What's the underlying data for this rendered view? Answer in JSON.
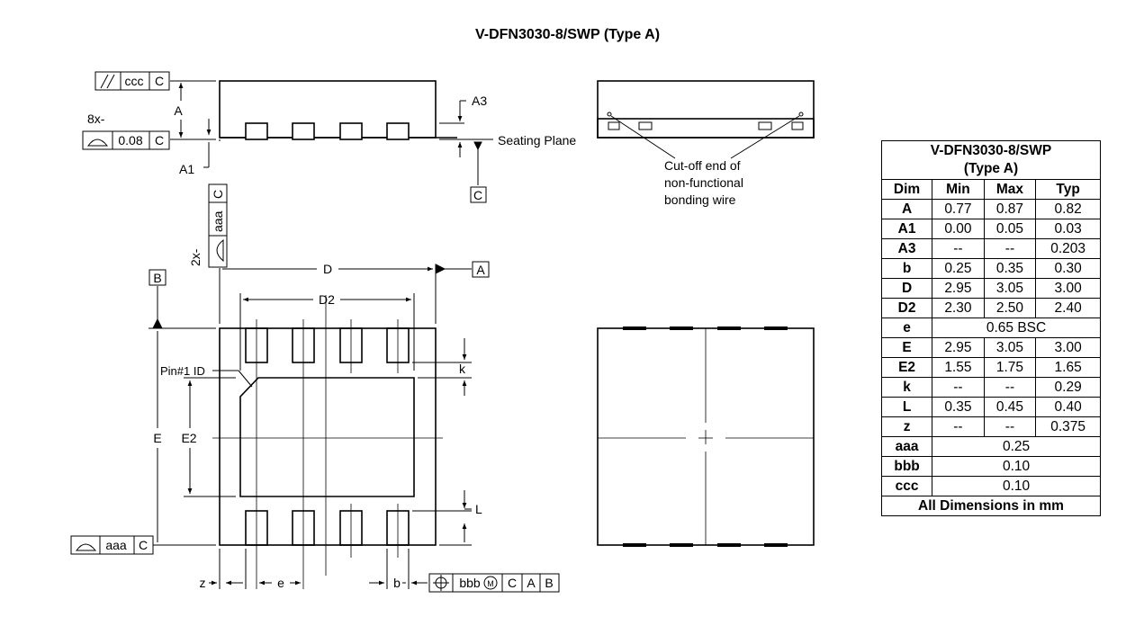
{
  "title": "V-DFN3030-8/SWP (Type A)",
  "labels": {
    "ccc_frame": [
      "//",
      "ccc",
      "C"
    ],
    "count_8x": "8x-",
    "flat_frame": [
      "0.08",
      "C"
    ],
    "A": "A",
    "A1": "A1",
    "A3": "A3",
    "seating_plane": "Seating Plane",
    "datum_C": "C",
    "cutoff_note": [
      "Cut-off end of",
      "non-functional",
      "bonding wire"
    ],
    "count_2x": "2x-",
    "vert_frame": [
      "C",
      "aaa"
    ],
    "D": "D",
    "datum_A": "A",
    "datum_B": "B",
    "D2": "D2",
    "pin1_id": "Pin#1 ID",
    "k": "k",
    "E": "E",
    "E2": "E2",
    "L": "L",
    "bottom_frame": [
      "aaa",
      "C"
    ],
    "z": "z",
    "e": "e",
    "b": "b",
    "pos_frame": [
      "bbb",
      "M",
      "C",
      "A",
      "B"
    ]
  },
  "table": {
    "title_line1": "V-DFN3030-8/SWP",
    "title_line2": "(Type A)",
    "headers": [
      "Dim",
      "Min",
      "Max",
      "Typ"
    ],
    "rows": [
      {
        "dim": "A",
        "min": "0.77",
        "max": "0.87",
        "typ": "0.82"
      },
      {
        "dim": "A1",
        "min": "0.00",
        "max": "0.05",
        "typ": "0.03"
      },
      {
        "dim": "A3",
        "min": "--",
        "max": "--",
        "typ": "0.203"
      },
      {
        "dim": "b",
        "min": "0.25",
        "max": "0.35",
        "typ": "0.30"
      },
      {
        "dim": "D",
        "min": "2.95",
        "max": "3.05",
        "typ": "3.00"
      },
      {
        "dim": "D2",
        "min": "2.30",
        "max": "2.50",
        "typ": "2.40"
      },
      {
        "dim": "e",
        "span": "0.65 BSC"
      },
      {
        "dim": "E",
        "min": "2.95",
        "max": "3.05",
        "typ": "3.00"
      },
      {
        "dim": "E2",
        "min": "1.55",
        "max": "1.75",
        "typ": "1.65"
      },
      {
        "dim": "k",
        "min": "--",
        "max": "--",
        "typ": "0.29"
      },
      {
        "dim": "L",
        "min": "0.35",
        "max": "0.45",
        "typ": "0.40"
      },
      {
        "dim": "z",
        "min": "--",
        "max": "--",
        "typ": "0.375"
      },
      {
        "dim": "aaa",
        "span": "0.25"
      },
      {
        "dim": "bbb",
        "span": "0.10"
      },
      {
        "dim": "ccc",
        "span": "0.10"
      }
    ],
    "footer": "All Dimensions in mm"
  }
}
